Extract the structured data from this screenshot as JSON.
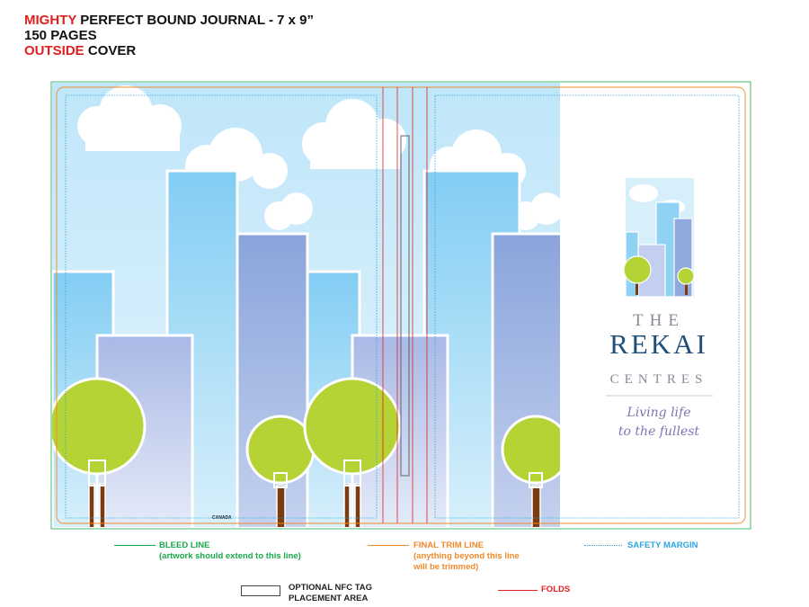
{
  "header": {
    "line1_accent": "MIGHTY",
    "line1_rest": " PERFECT BOUND JOURNAL - 7 x 9”",
    "line2": "150 PAGES",
    "line3_accent": "OUTSIDE",
    "line3_rest": " COVER"
  },
  "cover": {
    "spine_country": "CANADA",
    "logo_the": "THE",
    "logo_name": "REKAI",
    "logo_centres": "CENTRES",
    "tagline_1": "Living life",
    "tagline_2": "to the fullest"
  },
  "legend": {
    "bleed_title": "BLEED LINE",
    "bleed_note": "(artwork should extend to this line)",
    "trim_title": "FINAL TRIM LINE",
    "trim_note_1": "(anything beyond this line",
    "trim_note_2": "will be trimmed)",
    "safety_title": "SAFETY MARGIN",
    "nfc_title_1": "OPTIONAL NFC TAG",
    "nfc_title_2": "PLACEMENT AREA",
    "folds_title": "FOLDS"
  },
  "colors": {
    "bleed": "#1aa84a",
    "trim": "#f08a2a",
    "safety": "#2aa6e0",
    "folds": "#e02020",
    "tree_green": "#b5d334",
    "trunk": "#7a3b12"
  }
}
